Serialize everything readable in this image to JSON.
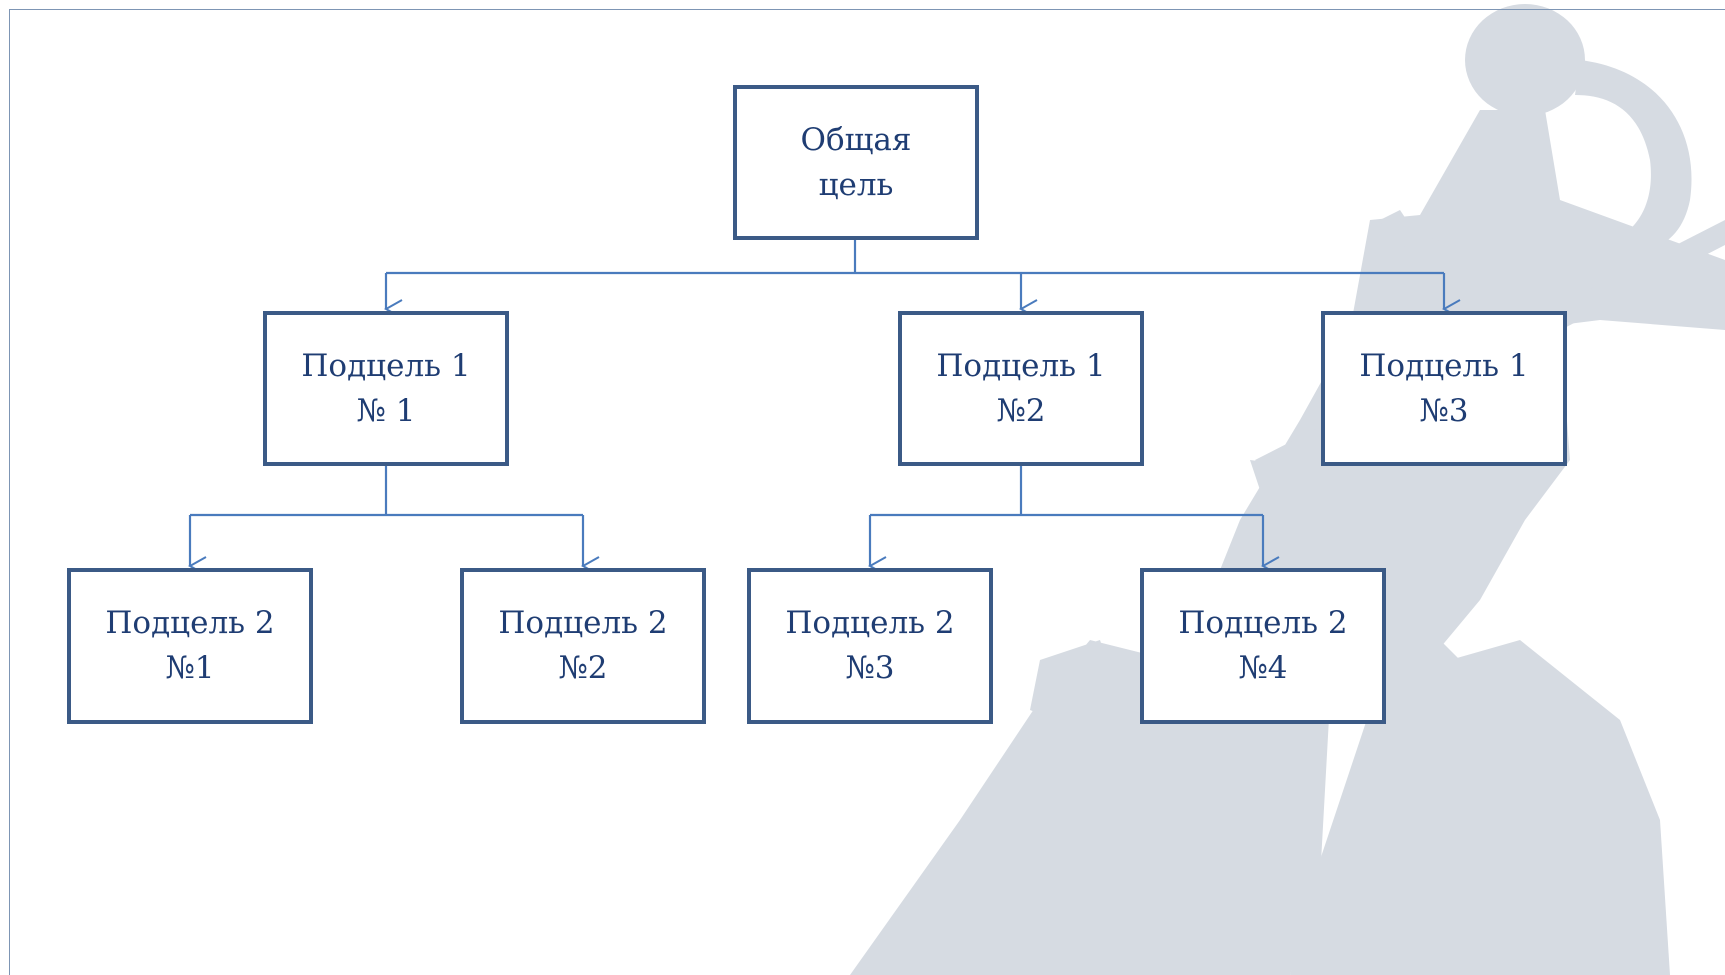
{
  "diagram": {
    "root": {
      "line1": "Общая",
      "line2": "цель"
    },
    "level1": [
      {
        "line1": "Подцель 1",
        "line2": "№ 1"
      },
      {
        "line1": "Подцель 1",
        "line2": "№2"
      },
      {
        "line1": "Подцель 1",
        "line2": "№3"
      }
    ],
    "level2": [
      {
        "line1": "Подцель 2",
        "line2": "№1"
      },
      {
        "line1": "Подцель 2",
        "line2": "№2"
      },
      {
        "line1": "Подцель 2",
        "line2": "№3"
      },
      {
        "line1": "Подцель 2",
        "line2": "№4"
      }
    ]
  },
  "colors": {
    "box_border": "#3b5a86",
    "text": "#1f3d73",
    "connector": "#4a7bbd",
    "watermark": "#d6dbe2",
    "frame": "#7d95b4"
  },
  "icons": {
    "background": "javelin-thrower-silhouette"
  }
}
